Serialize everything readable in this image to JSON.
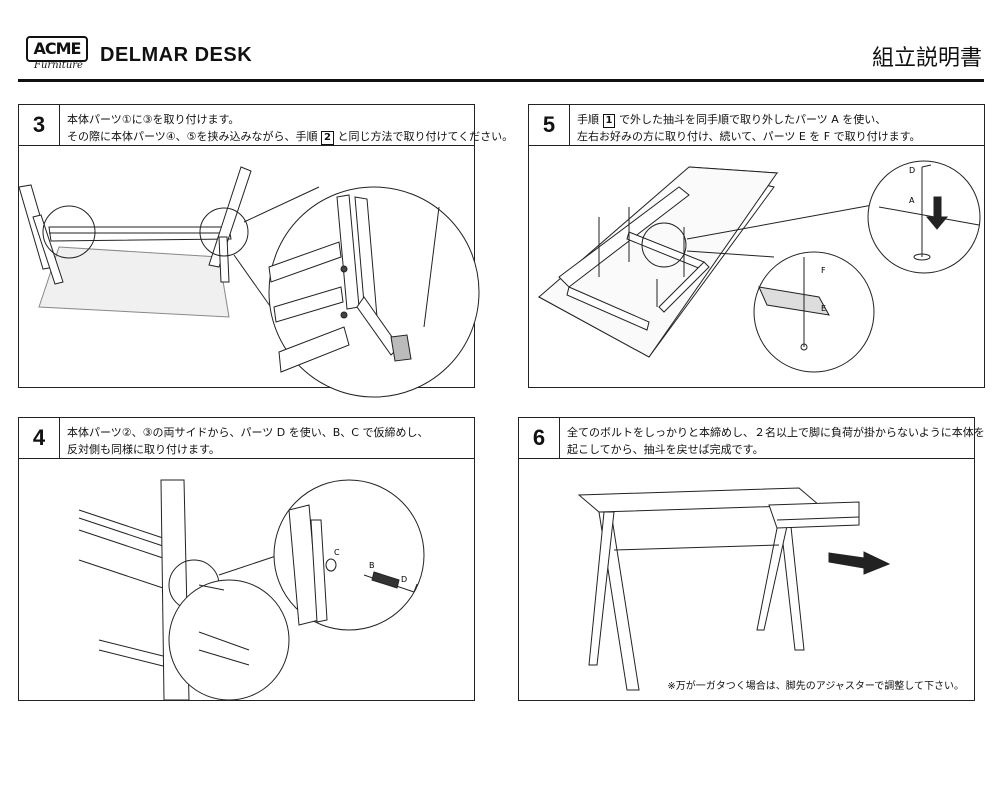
{
  "header": {
    "logo_top": "ACME",
    "logo_bottom": "Furniture",
    "title": "DELMAR DESK",
    "doc_title": "組立説明書"
  },
  "steps": {
    "s3": {
      "num": "3",
      "line1": "本体パーツ①に③を取り付けます。",
      "line2_pre": "その際に本体パーツ④、⑤を挟み込みながら、手順",
      "line2_box": "2",
      "line2_post": "と同じ方法で取り付けてください。"
    },
    "s5": {
      "num": "5",
      "line1_pre": "手順",
      "line1_box": "1",
      "line1_post": "で外した抽斗を同手順で取り外したパーツ A を使い、",
      "line2": "左右お好みの方に取り付け、続いて、パーツ E を F で取り付けます。",
      "labels": {
        "d": "D",
        "a": "A",
        "f": "F",
        "e": "E"
      }
    },
    "s4": {
      "num": "4",
      "line1": "本体パーツ②、③の両サイドから、パーツ D を使い、B、C で仮締めし、",
      "line2": "反対側も同様に取り付けます。",
      "labels": {
        "c": "C",
        "b": "B",
        "d": "D"
      }
    },
    "s6": {
      "num": "6",
      "line1": "全てのボルトをしっかりと本締めし、２名以上で脚に負荷が掛からないように本体を",
      "line2": "起こしてから、抽斗を戻せば完成です。",
      "note": "※万が一ガタつく場合は、脚先のアジャスターで調整して下さい。"
    }
  }
}
